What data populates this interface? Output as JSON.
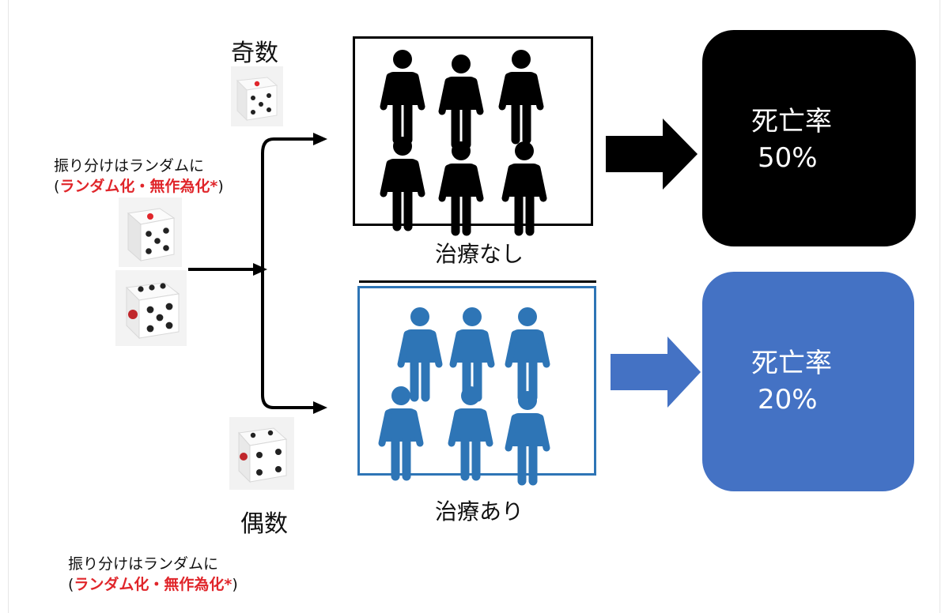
{
  "top_die_label": "奇数",
  "bottom_die_label": "偶数",
  "note": {
    "line1": "振り分けはランダムに",
    "open_paren": "(",
    "red_text": "ランダム化・無作為化*",
    "close_paren": ")"
  },
  "group_untreated": {
    "caption": "治療なし",
    "figure_color": "#000000",
    "figure_count": 6
  },
  "group_treated": {
    "caption": "治療あり",
    "figure_color": "#2e75b6",
    "figure_count": 6
  },
  "result_untreated": {
    "label": "死亡率",
    "value": "50%",
    "color": "#000000"
  },
  "result_treated": {
    "label": "死亡率",
    "value": "20%",
    "color": "#4472c4"
  },
  "colors": {
    "accent_red": "#e0262b",
    "treated_border": "#2e75b6"
  }
}
